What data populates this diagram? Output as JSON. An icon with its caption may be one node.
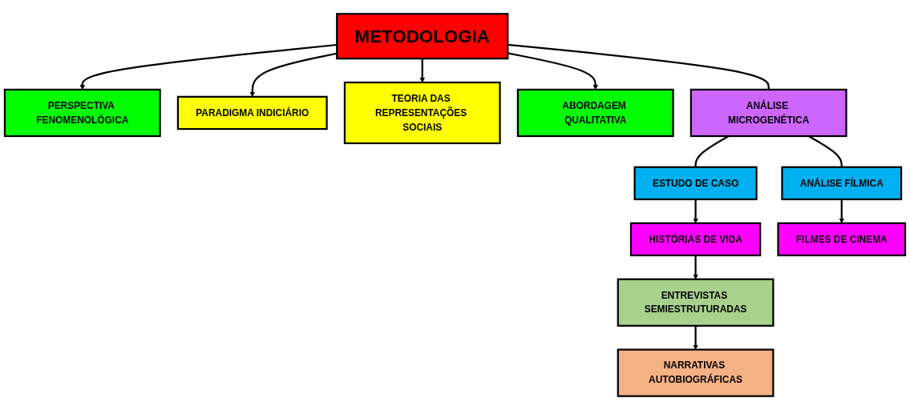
{
  "diagram": {
    "nodes": [
      {
        "text": [
          "METODOLOGIA"
        ]
      },
      {
        "text": [
          "PERSPECTIVA FENOMENOLÓGICA"
        ]
      },
      {
        "text": [
          "PARADIGMA INDICIÁRIO"
        ]
      },
      {
        "text": [
          "TEORIA DAS REPRESENTAÇÕES SOCIAIS"
        ]
      },
      {
        "text": [
          "ABORDAGEM QUALITATIVA"
        ]
      },
      {
        "text": [
          "ESTUDO DE CASO"
        ]
      },
      {
        "text": [
          "ANÁLISE MICROGENÉTICA"
        ]
      },
      {
        "text": [
          "ANÁLISE FÍLMICA"
        ]
      },
      {
        "text": [
          "HISTÓRIAS DE VIDA"
        ]
      },
      {
        "text": [
          "FILMES DE CINEMA"
        ]
      },
      {
        "text": [
          "ENTREVISTAS SEMIESTRUTURADAS"
        ]
      },
      {
        "text": [
          "NARRATIVAS AUTOBIOGRÁFICAS"
        ]
      }
    ],
    "edges": [
      {
        "from": 0,
        "to": 1,
        "arrow": "to"
      },
      {
        "from": 0,
        "to": 2,
        "arrow": "to"
      },
      {
        "from": 0,
        "to": 3,
        "arrow": "to"
      },
      {
        "from": 0,
        "to": 4,
        "arrow": "to"
      },
      {
        "from": 0,
        "to": 6,
        "arrow": "none"
      },
      {
        "from": 6,
        "to": 5,
        "arrow": "none"
      },
      {
        "from": 6,
        "to": 7,
        "arrow": "none"
      },
      {
        "from": 5,
        "to": 8,
        "arrow": "to"
      },
      {
        "from": 8,
        "to": 10,
        "arrow": "to"
      },
      {
        "from": 10,
        "to": 11,
        "arrow": "to"
      },
      {
        "from": 7,
        "to": 9,
        "arrow": "to"
      }
    ]
  }
}
